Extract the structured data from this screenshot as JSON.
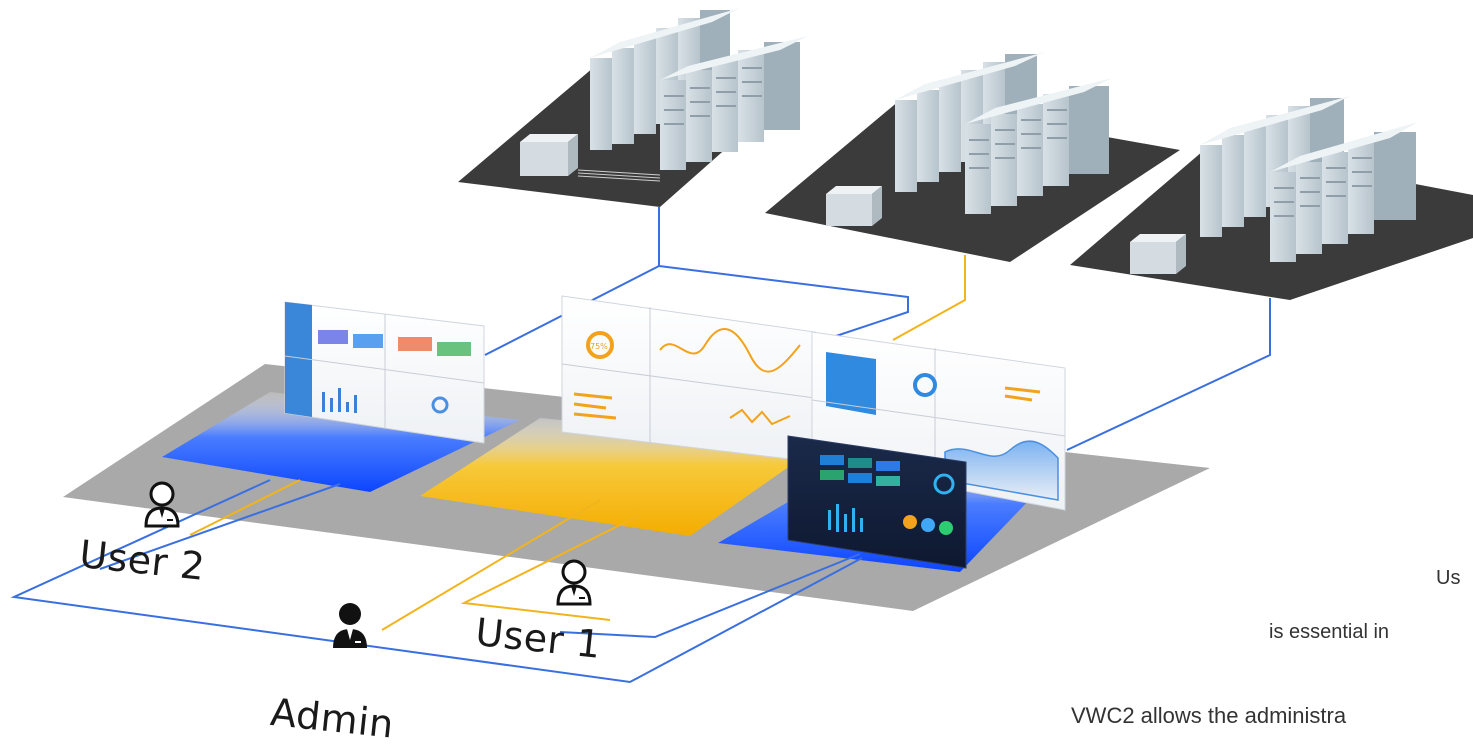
{
  "diagram": {
    "users": [
      {
        "id": "user2",
        "label": "User 2"
      },
      {
        "id": "user1",
        "label": "User 1"
      },
      {
        "id": "admin",
        "label": "Admin"
      }
    ],
    "side_text": [
      "Us",
      "is essential in",
      "VWC2 allows the administra"
    ],
    "colors": {
      "blue_link": "#3a6fe0",
      "yellow_link": "#f2b41c",
      "floor": "#a8a8a8",
      "server_base": "#3b3b3b",
      "blue_zone": "#1e5bff",
      "yellow_zone": "#f6b800"
    },
    "icons": [
      "server-rack-icon",
      "user-icon",
      "admin-icon",
      "video-wall-screen-icon"
    ]
  }
}
